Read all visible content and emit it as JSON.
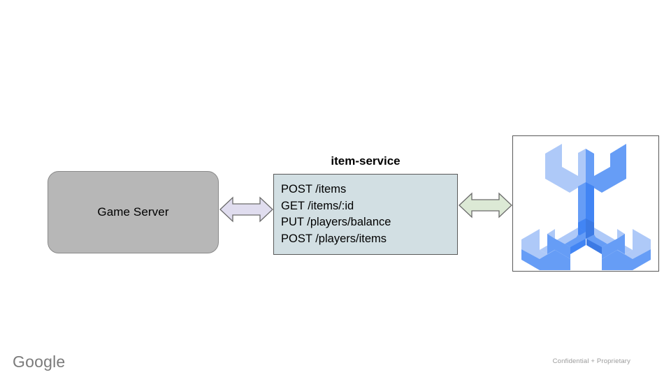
{
  "slide": {
    "background_color": "#ffffff"
  },
  "game_server": {
    "label": "Game Server",
    "fill_color": "#b7b7b7",
    "border_color": "#8a8a8a"
  },
  "item_service": {
    "title": "item-service",
    "fill_color": "#d2dfe3",
    "border_color": "#595959",
    "endpoints": [
      "POST /items",
      "GET /items/:id",
      "PUT /players/balance",
      "POST /players/items"
    ]
  },
  "arrows": [
    {
      "name": "game-server-to-item-service",
      "direction": "bidirectional",
      "fill_color": "#e0ddef",
      "border_color": "#6b6b6b"
    },
    {
      "name": "item-service-to-tools",
      "direction": "bidirectional",
      "fill_color": "#dce9d5",
      "border_color": "#6b6b6b"
    }
  ],
  "logo_panel": {
    "icon_name": "isometric-wrench-icon",
    "border_color": "#595959",
    "colors": {
      "light": "#aec9f8",
      "medium": "#669df6",
      "dark": "#3c7ae4",
      "accent": "#4285f4"
    }
  },
  "footer": {
    "brand": "Google",
    "brand_color": "#7b7b7b",
    "confidential_note": "Confidential + Proprietary",
    "note_color": "#9b9b9b"
  }
}
